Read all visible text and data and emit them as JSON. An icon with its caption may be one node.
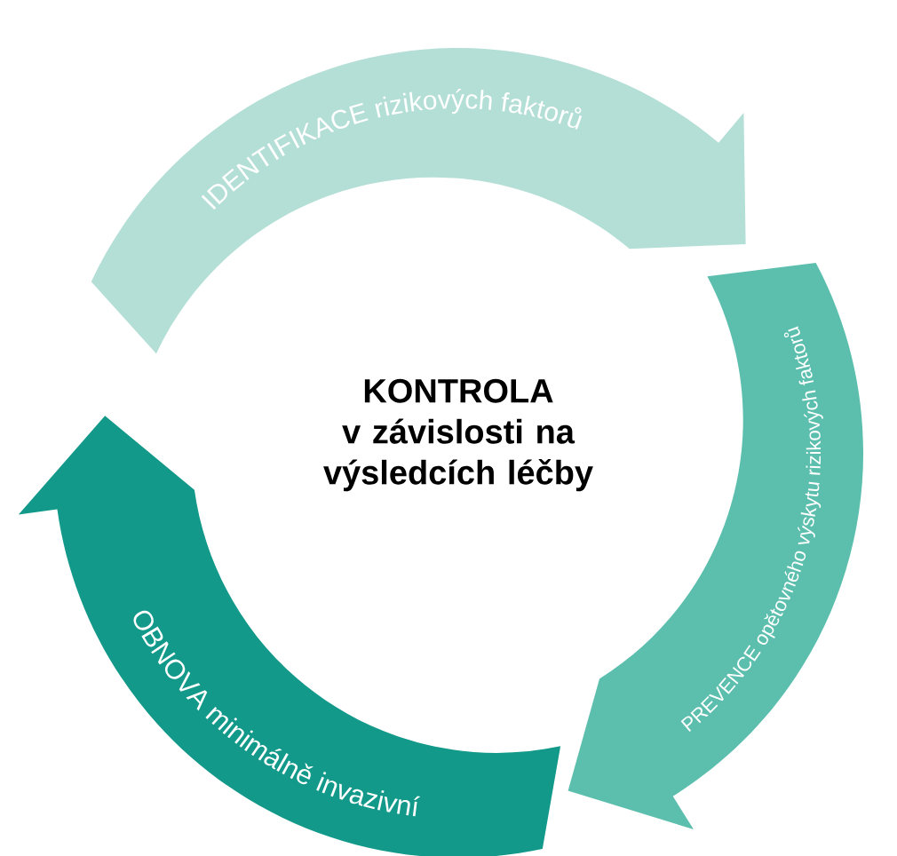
{
  "diagram": {
    "nodes": [
      {
        "text": [
          "IDENTIFIKACE rizikových faktorů"
        ]
      },
      {
        "text": [
          "PREVENCE opětovného výskytu rizikových faktorů"
        ]
      },
      {
        "text": [
          "OBNOVA minimálně invazivní"
        ]
      }
    ],
    "labels": [
      "KONTROLA",
      "v závislosti na výsledcích léčby"
    ]
  }
}
